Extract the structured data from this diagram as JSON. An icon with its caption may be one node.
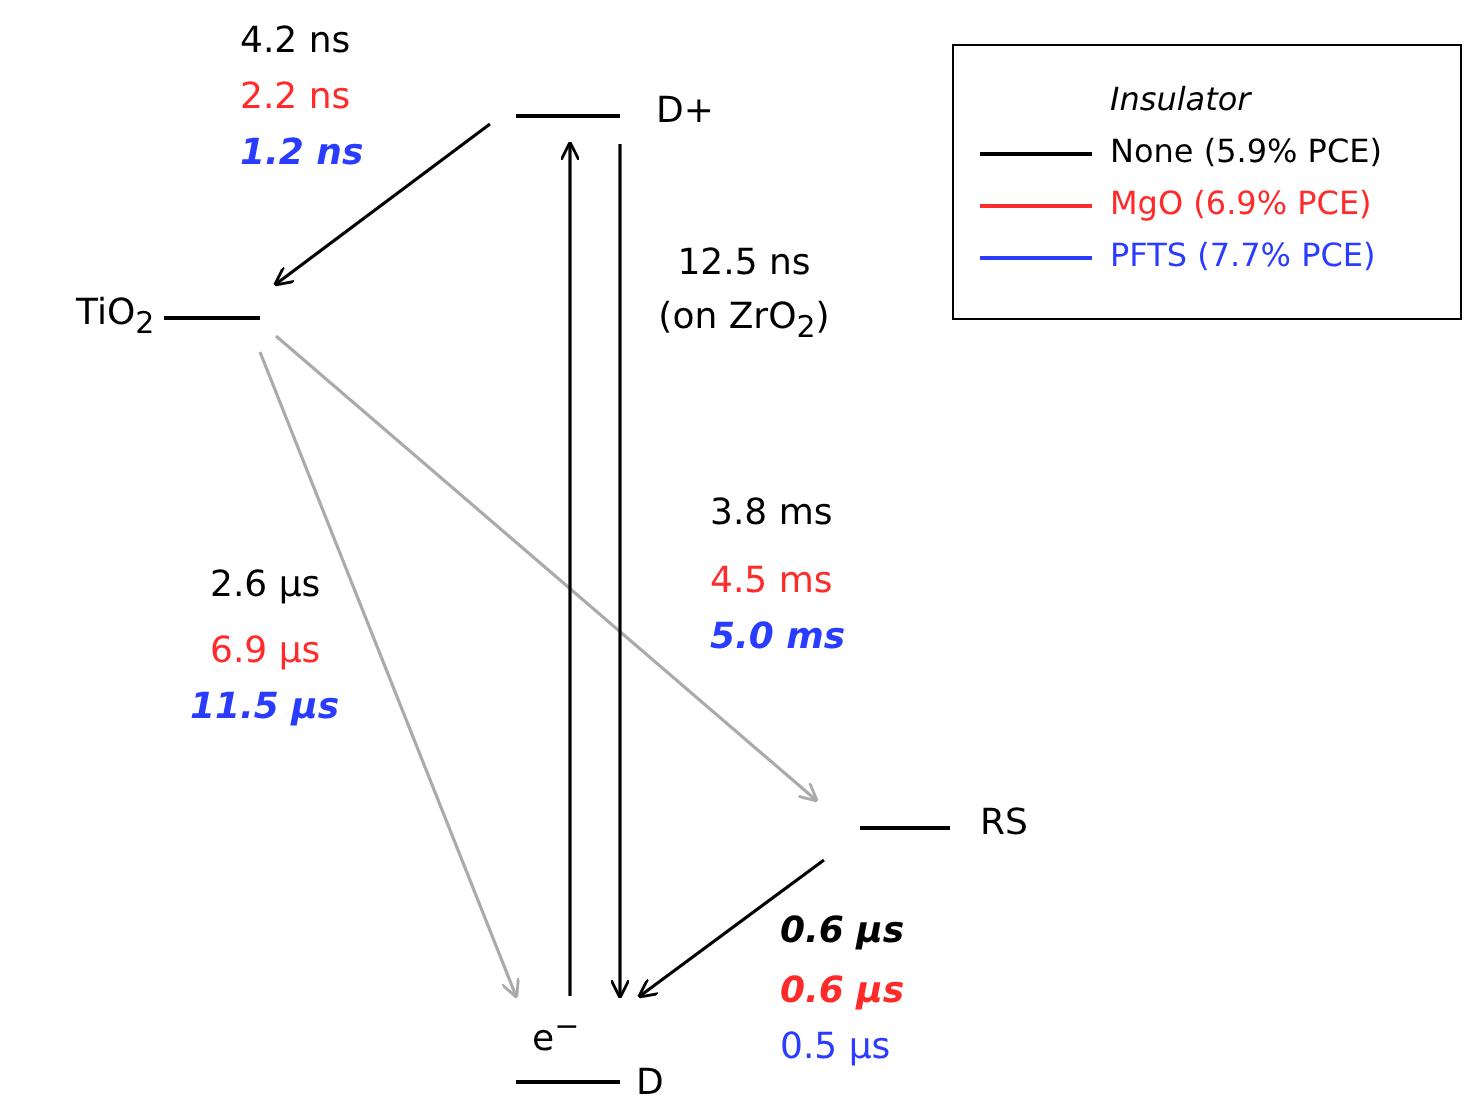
{
  "diagram": {
    "nodes": [
      {
        "text": [
          "D+"
        ]
      },
      {
        "text": [
          "TiO$_{2}$"
        ]
      },
      {
        "text": [
          "RS"
        ]
      },
      {
        "text": [
          "e$^{−}$"
        ]
      },
      {
        "text": [
          "D"
        ]
      }
    ],
    "edges": [
      {
        "from": 0,
        "to": 1,
        "arrow": "to"
      },
      {
        "from": 1,
        "to": 3,
        "arrow": "to",
        "color": "#aaaaaa"
      },
      {
        "from": 1,
        "to": 2,
        "arrow": "to",
        "color": "#aaaaaa"
      },
      {
        "from": 3,
        "to": 0,
        "arrow": "to"
      },
      {
        "from": 0,
        "to": 3,
        "arrow": "to",
        "label": "12.5 ns (on ZrO$_{2}$)"
      },
      {
        "from": 2,
        "to": 3,
        "arrow": "to"
      }
    ],
    "labels": [
      "4.2 ns",
      "2.2 ns",
      "1.2 ns",
      "3.8 ms",
      "4.5 ms",
      "5.0 ms",
      "2.6 µs",
      "6.9 µs",
      "11.5 µs",
      "0.6 µs",
      "0.6 µs",
      "0.5 µs",
      "Insulator"
    ],
    "legend": [
      {
        "text": "None (5.9% PCE)",
        "color": "#000000"
      },
      {
        "text": "MgO (6.9% PCE)",
        "color": "#ff2a2a"
      },
      {
        "text": "PFTS (7.7% PCE)",
        "color": "#2a3cff"
      }
    ]
  }
}
